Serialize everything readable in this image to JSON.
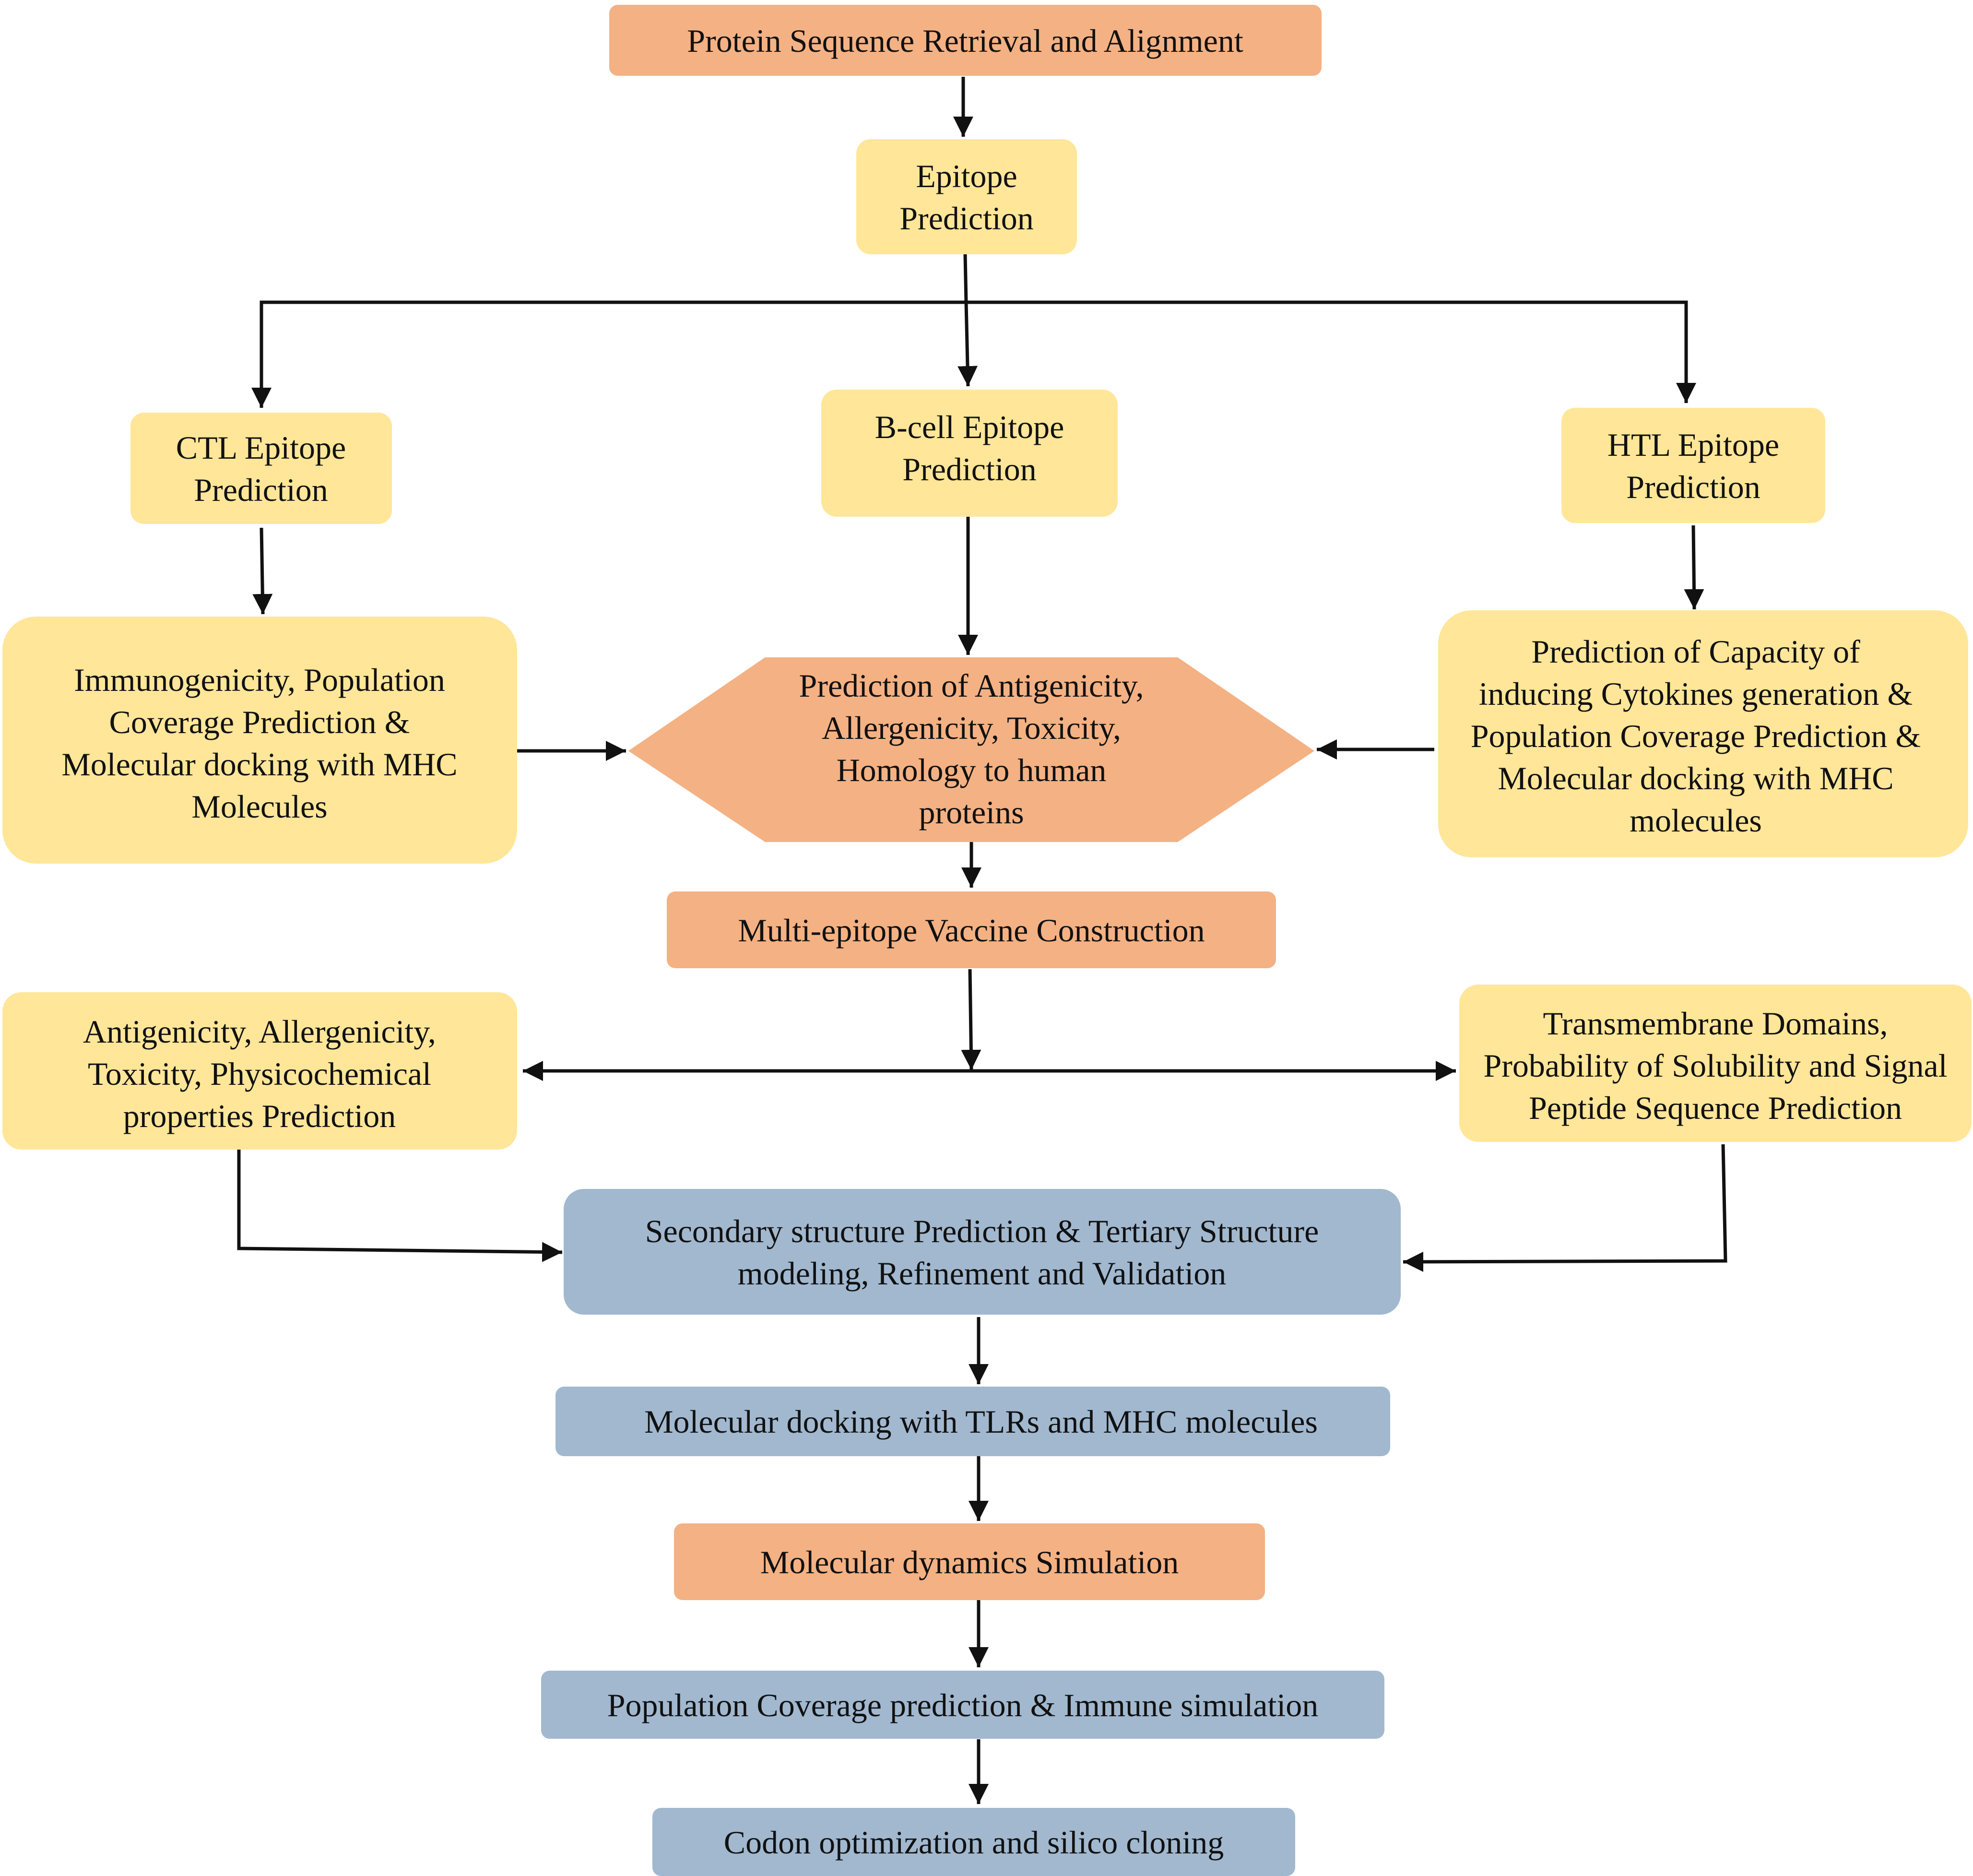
{
  "colors": {
    "orange": "#F4B183",
    "yellow": "#FFE699",
    "blue": "#A1B8CF",
    "line": "#111111"
  },
  "nodes": {
    "protein_retrieval": {
      "lines": [
        "Protein Sequence Retrieval  and Alignment"
      ]
    },
    "epitope_prediction": {
      "lines": [
        "Epitope",
        "Prediction"
      ]
    },
    "ctl_prediction": {
      "lines": [
        "CTL Epitope",
        "Prediction"
      ]
    },
    "bcell_prediction": {
      "lines": [
        "B-cell Epitope",
        "Prediction"
      ]
    },
    "htl_prediction": {
      "lines": [
        "HTL Epitope",
        "Prediction"
      ]
    },
    "ctl_analysis": {
      "lines": [
        "Immunogenicity, Population",
        "Coverage Prediction &",
        "Molecular docking with MHC",
        "Molecules"
      ]
    },
    "antigenicity_hexagon": {
      "lines": [
        "Prediction of Antigenicity,",
        "Allergenicity, Toxicity,",
        "Homology to human",
        "proteins"
      ]
    },
    "htl_analysis": {
      "lines": [
        "Prediction of Capacity of",
        "inducing Cytokines generation &",
        "Population Coverage Prediction &",
        "Molecular docking with MHC",
        "molecules"
      ]
    },
    "vaccine_construction": {
      "lines": [
        "Multi-epitope Vaccine Construction"
      ]
    },
    "physicochemical": {
      "lines": [
        "Antigenicity, Allergenicity,",
        "Toxicity, Physicochemical",
        "properties Prediction"
      ]
    },
    "transmembrane": {
      "lines": [
        "Transmembrane Domains,",
        "Probability of Solubility and Signal",
        "Peptide Sequence Prediction"
      ]
    },
    "structure_modeling": {
      "lines": [
        "Secondary structure Prediction & Tertiary Structure",
        "modeling, Refinement and Validation"
      ]
    },
    "docking_tlr": {
      "lines": [
        "Molecular docking with TLRs and MHC molecules"
      ]
    },
    "md_simulation": {
      "lines": [
        "Molecular dynamics Simulation"
      ]
    },
    "population_immune": {
      "lines": [
        "Population Coverage prediction & Immune simulation"
      ]
    },
    "codon_cloning": {
      "lines": [
        "Codon optimization and silico cloning"
      ]
    }
  }
}
